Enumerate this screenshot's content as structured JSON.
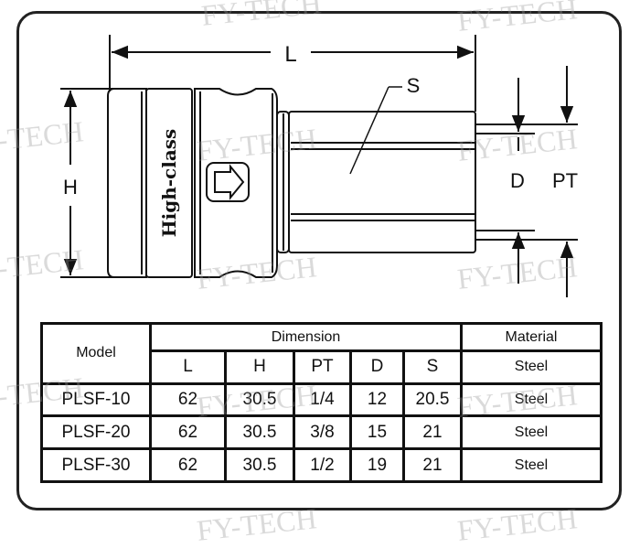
{
  "watermark": "FY-TECH",
  "drawing": {
    "brand_text": "High-class",
    "labels": {
      "L": "L",
      "H": "H",
      "S": "S",
      "D": "D",
      "PT": "PT"
    }
  },
  "table": {
    "headers": {
      "model": "Model",
      "dimension": "Dimension",
      "material": "Material"
    },
    "sub_headers": [
      "L",
      "H",
      "PT",
      "D",
      "S"
    ],
    "sub_material": "Steel",
    "rows": [
      {
        "model": "PLSF-10",
        "L": "62",
        "H": "30.5",
        "PT": "1/4",
        "D": "12",
        "S": "20.5",
        "material": "Steel"
      },
      {
        "model": "PLSF-20",
        "L": "62",
        "H": "30.5",
        "PT": "3/8",
        "D": "15",
        "S": "21",
        "material": "Steel"
      },
      {
        "model": "PLSF-30",
        "L": "62",
        "H": "30.5",
        "PT": "1/2",
        "D": "19",
        "S": "21",
        "material": "Steel"
      }
    ]
  }
}
